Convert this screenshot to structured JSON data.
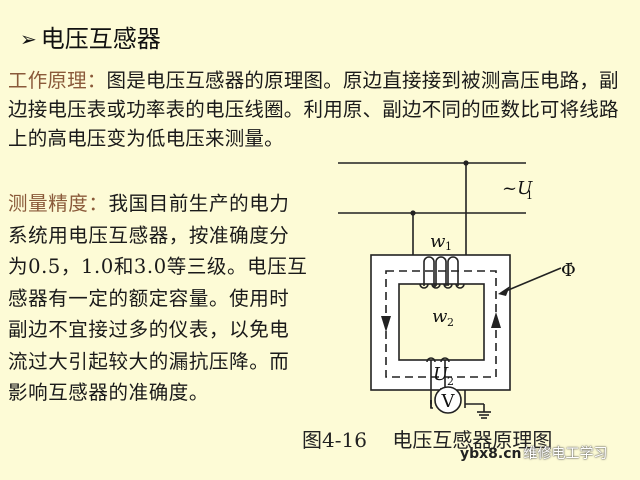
{
  "slide": {
    "background": "#fdfbd6",
    "title": {
      "bullet_icon": "arrow-bullet",
      "bullet": "➢",
      "text": "电压互感器"
    },
    "principle": {
      "label": "工作原理：",
      "label_color": "#8a5a3a",
      "text": "图是电压互感器的原理图。原边直接接到被测高压电路，副边接电压表或功率表的电压线圈。利用原、副边不同的匝数比可将线路上的高电压变为低电压来测量。"
    },
    "accuracy": {
      "label": "测量精度：",
      "label_color": "#8a5a3a",
      "text": "我国目前生产的电力系统用电压互感器，按准确度分为0.5，1.0和3.0等三级。电压互感器有一定的额定容量。使用时副边不宜接过多的仪表，以免电流过大引起较大的漏抗压降。而影响互感器的准确度。"
    },
    "diagram": {
      "supply_label": "~U",
      "supply_sub": "1",
      "primary_label": "w",
      "primary_sub": "1",
      "secondary_label": "w",
      "secondary_sub": "2",
      "secondary_voltage_label": "U",
      "secondary_voltage_sub": "2",
      "flux_label": "Φ̇",
      "meter_label": "V"
    },
    "caption": "图4-16    电压互感器原理图",
    "watermark": {
      "site": "ybx8.cn",
      "text": "维修电工学习"
    }
  }
}
